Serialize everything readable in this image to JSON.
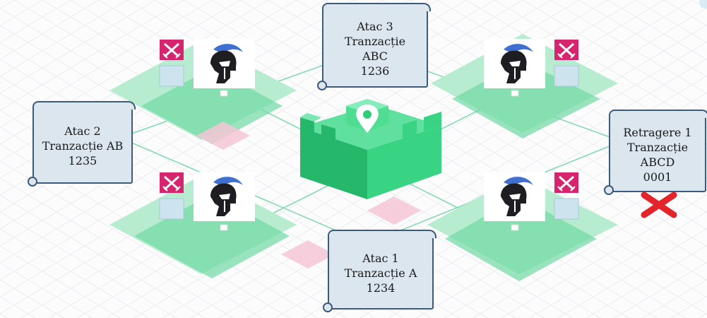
{
  "scrolls": {
    "atac3": {
      "title": "Atac 3",
      "line2": "Tranzacție",
      "line3": "ABC",
      "line4": "1236"
    },
    "atac2": {
      "title": "Atac 2",
      "line2": "Tranzacție AB",
      "line3": "1235"
    },
    "retragere1": {
      "title": "Retragere 1",
      "line2": "Tranzacție",
      "line3": "ABCD",
      "line4": "0001"
    },
    "atac1": {
      "title": "Atac 1",
      "line2": "Tranzacție A",
      "line3": "1234"
    }
  },
  "colors": {
    "tile_green": "#5fd39a",
    "tile_green_light": "#b7ecd0",
    "castle_green": "#2ecc7a",
    "pink_tile": "#f4c6d6",
    "magenta_badge": "#d6256e",
    "helmet_blue": "#3f6fd1",
    "scroll_fill": "#dbe6ee",
    "scroll_border": "#3d5a78",
    "reject_red": "#e3242b"
  },
  "icons": [
    "castle-icon",
    "location-pin-icon",
    "spartan-helmet-icon",
    "crossed-swords-icon",
    "shield-square-icon",
    "red-x-icon"
  ]
}
